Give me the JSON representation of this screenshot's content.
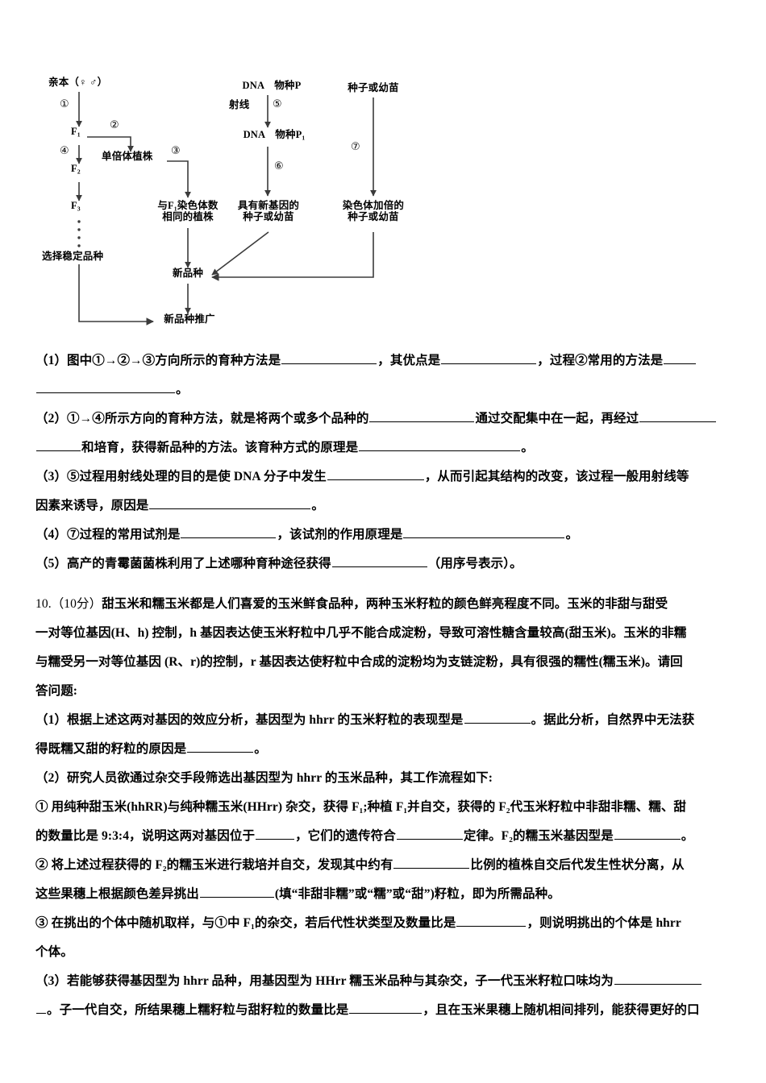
{
  "diagram": {
    "name": "plant-breeding-methods-flowchart",
    "nodes": {
      "parent": "亲本（♀ ♂）",
      "f1": "F₁",
      "f2": "F₂",
      "f3": "F₃",
      "haploid_plant": "单倍体植株",
      "select_stable": "选择稳定品种",
      "same_chrom_plant_line1": "与F₁染色体数",
      "same_chrom_plant_line2": "相同的植株",
      "dna_p": "DNA　物种P",
      "dna_p1": "DNA　物种P₁",
      "ray": "射线",
      "seed_or_seedling": "种子或幼苗",
      "new_gene_seed_line1": "具有新基因的",
      "new_gene_seed_line2": "种子或幼苗",
      "doubled_chrom_seed_line1": "染色体加倍的",
      "doubled_chrom_seed_line2": "种子或幼苗",
      "new_variety": "新品种",
      "new_variety_promote": "新品种推广"
    },
    "step_markers": {
      "s1": "①",
      "s2": "②",
      "s3": "③",
      "s4": "④",
      "s5": "⑤",
      "s6": "⑥",
      "s7": "⑦"
    }
  },
  "questions": {
    "q1": {
      "line1_a": "（1）图中①→②→③方向所示的育种方法是",
      "line1_b": "，其优点是",
      "line1_c": "，过程②常用的方法是",
      "line2_a": "。"
    },
    "q2": {
      "line1_a": "（2）①→④所示方向的育种方法，就是将两个或多个品种的",
      "line1_b": "通过交配集中在一起，再经过",
      "line2_a": "和培育，获得新品种的方法。该育种方式的原理是",
      "line2_b": "。"
    },
    "q3": {
      "line1_a": "（3）⑤过程用射线处理的目的是使 DNA 分子中发生",
      "line1_b": "，从而引起其结构的改变，该过程一般用射线等",
      "line2_a": "因素来诱导，原因是",
      "line2_b": "。"
    },
    "q4": {
      "line1_a": "（4）⑦过程的常用试剂是",
      "line1_b": "，该试剂的作用原理是",
      "line1_c": "。"
    },
    "q5": {
      "line1_a": "（5）高产的青霉菌菌株利用了上述哪种育种途径获得",
      "line1_b": "（用序号表示）。"
    }
  },
  "item10": {
    "number": "10.",
    "score": "（10分）",
    "stem_line1": "甜玉米和糯玉米都是人们喜爱的玉米鲜食品种，两种玉米籽粒的颜色鲜亮程度不同。玉米的非甜与甜受",
    "stem_line2": "一对等位基因(H、h) 控制，h 基因表达使玉米籽粒中几乎不能合成淀粉，导致可溶性糖含量较高(甜玉米)。玉米的非糯",
    "stem_line3": "与糯受另一对等位基因 (R、r)的控制，r 基因表达使籽粒中合成的淀粉均为支链淀粉，具有很强的糯性(糯玉米)。请回",
    "stem_line4": "答问题:",
    "sub1_line1_a": "（1）根据上述这两对基因的效应分析，基因型为 hhrr 的玉米籽粒的表现型是",
    "sub1_line1_b": "。据此分析，自然界中无法获",
    "sub1_line2_a": "得既糯又甜的籽粒的原因是",
    "sub1_line2_b": "。",
    "sub2_intro": "（2）研究人员欲通过杂交手段筛选出基因型为 hhrr 的玉米品种，其工作流程如下:",
    "sub2_step1_line1": "① 用纯种甜玉米(hhRR)与纯种糯玉米(HHrr) 杂交，获得 F₁;种植 F₁并自交，获得的 F₂代玉米籽粒中非甜非糯、糯、甜",
    "sub2_step1_line2_a": "的数量比是 9:3:4，说明这两对基因位于",
    "sub2_step1_line2_b": "，它们的遗传符合",
    "sub2_step1_line2_c": "定律。F₂的糯玉米基因型是",
    "sub2_step1_line2_d": "。",
    "sub2_step2_line1_a": "② 将上述过程获得的 F₂的糯玉米进行栽培并自交，发现其中约有",
    "sub2_step2_line1_b": "比例的植株自交后代发生性状分离，从",
    "sub2_step2_line2_a": "这些果穗上根据颜色差异挑出",
    "sub2_step2_line2_b": "(填“非甜非糯”或“糯”或“甜”)籽粒，即为所需品种。",
    "sub2_step3_line1_a": "③ 在挑出的个体中随机取样，与①中 F₁的杂交，若后代性状类型及数量比是",
    "sub2_step3_line1_b": "，则说明挑出的个体是 hhrr",
    "sub2_step3_line2": "个体。",
    "sub3_line1_a": "（3）若能够获得基因型为 hhrr 品种，用基因型为 HHrr 糯玉米品种与其杂交，子一代玉米籽粒口味均为",
    "sub3_line2_a": "。子一代自交，所结果穗上糯籽粒与甜籽粒的数量比是",
    "sub3_line2_b": "，且在玉米果穗上随机相间排列，能获得更好的口"
  }
}
